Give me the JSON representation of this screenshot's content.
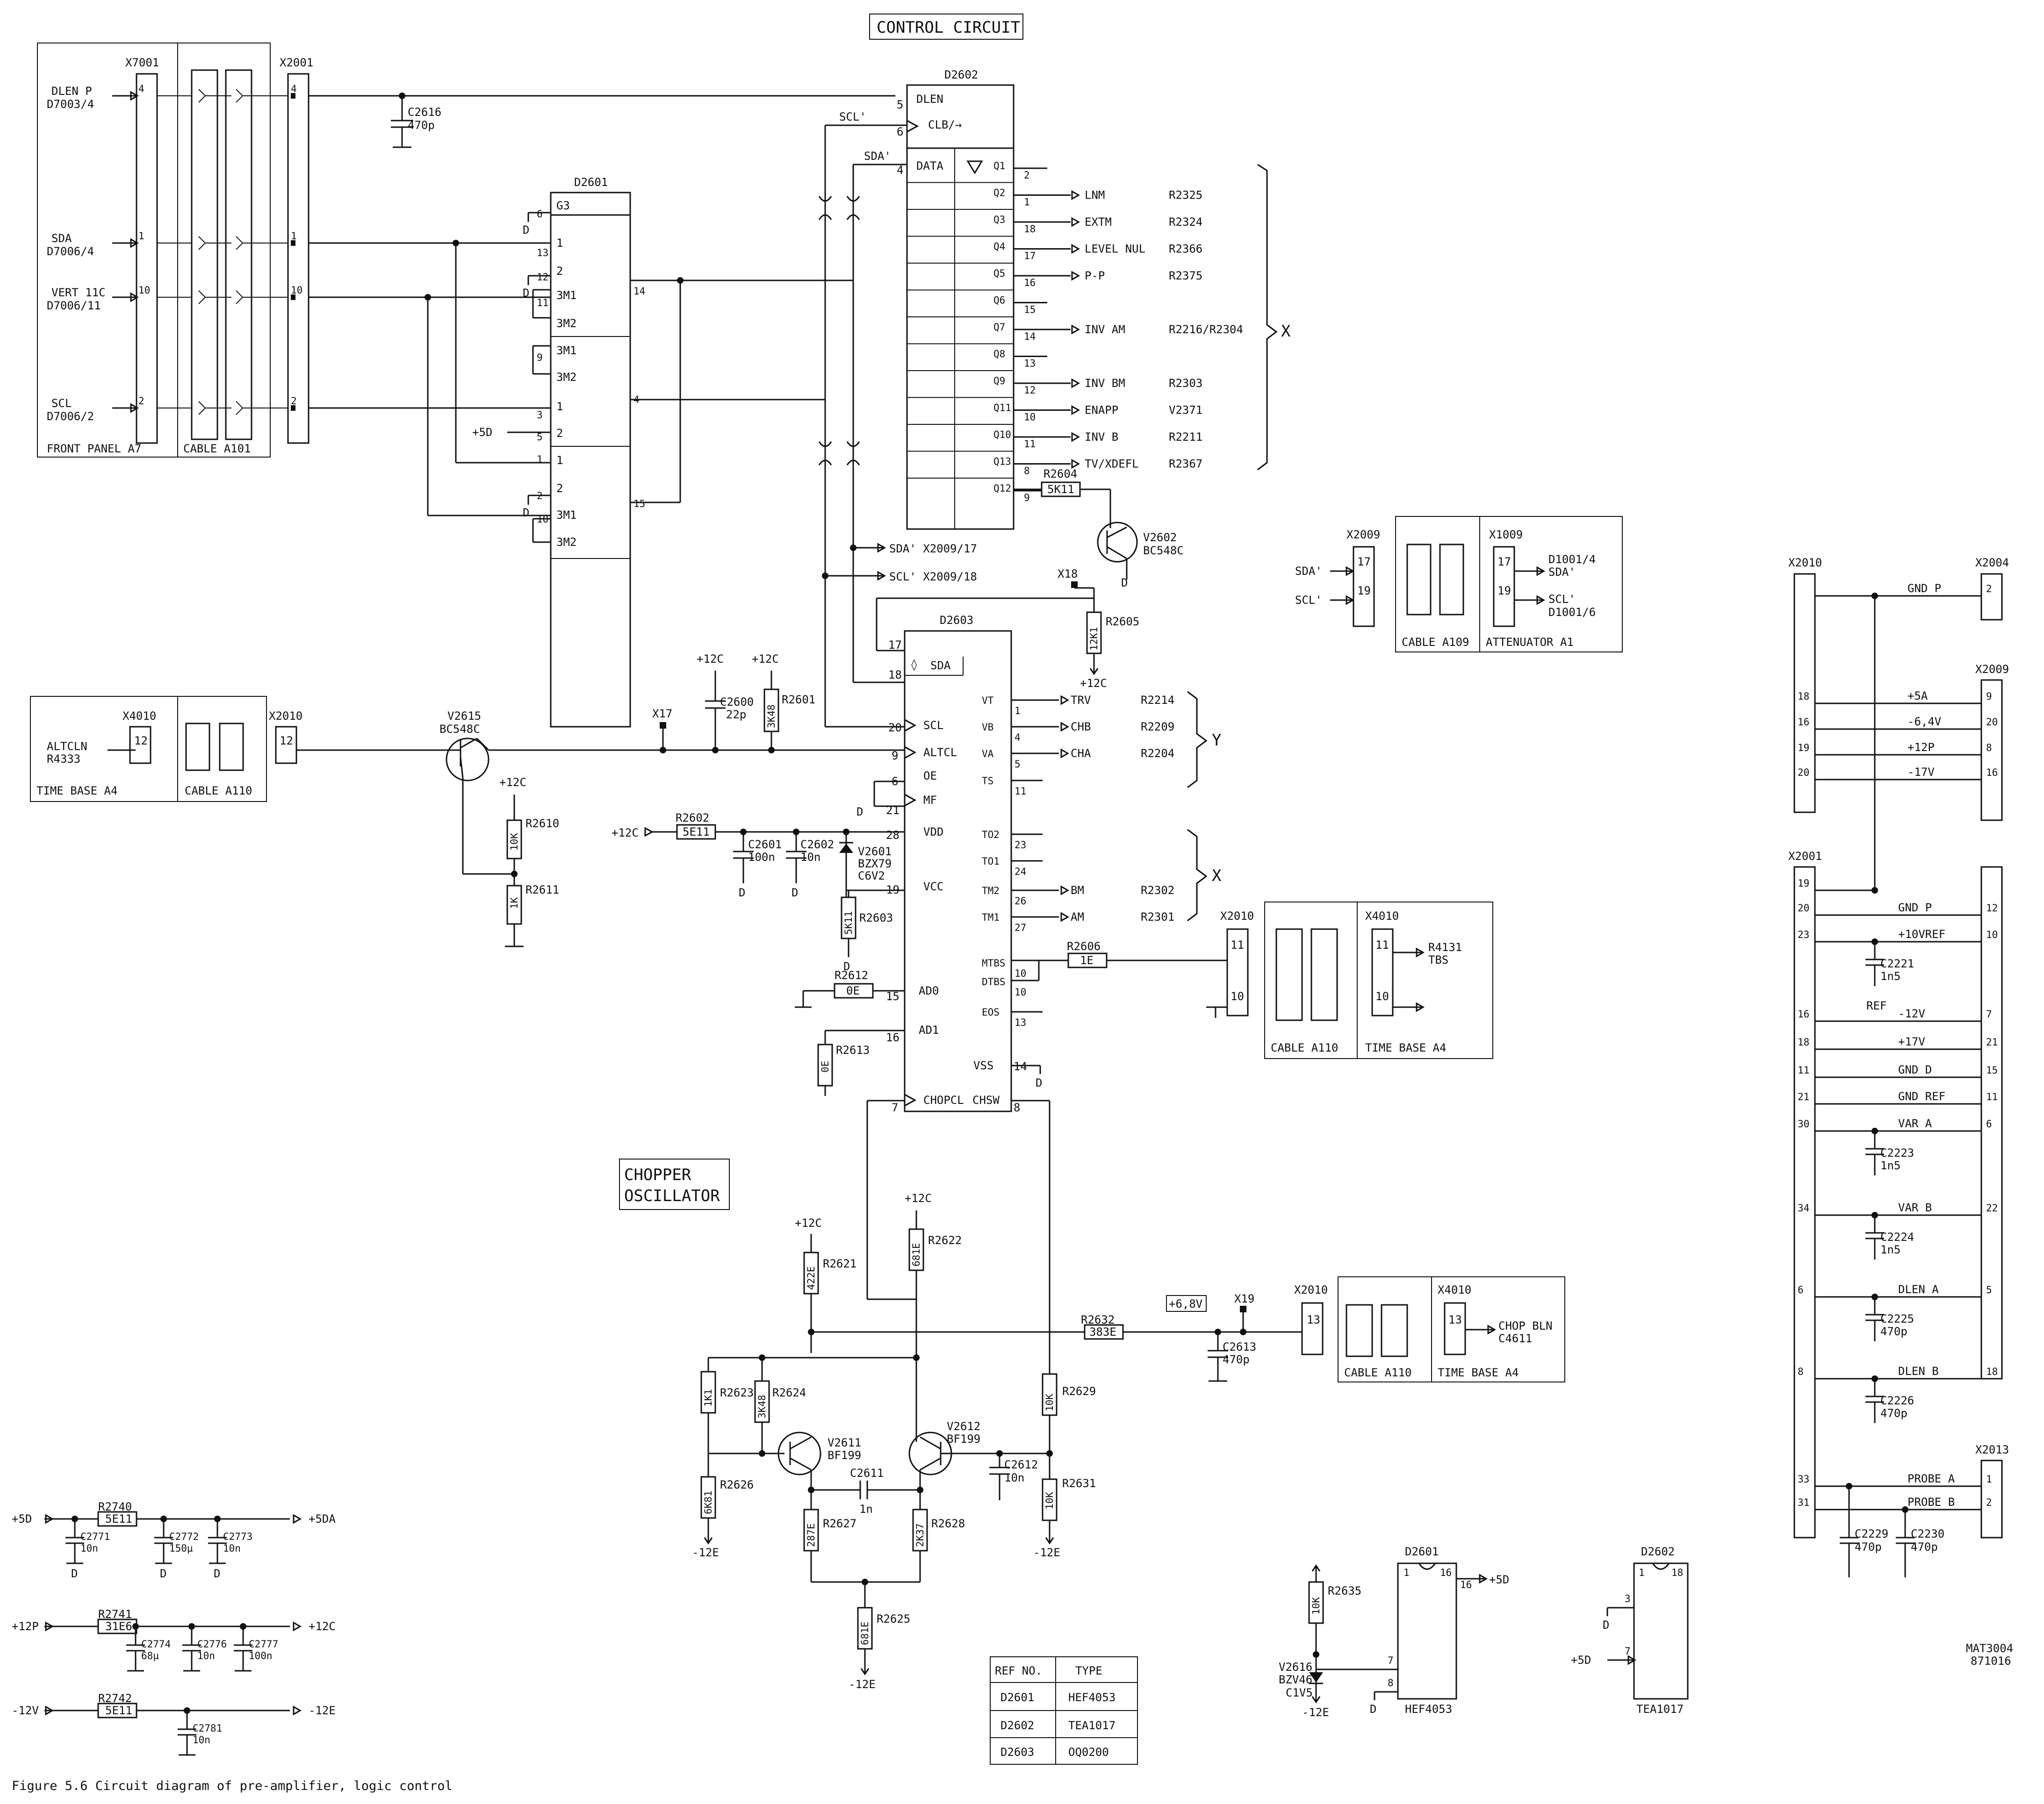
{
  "title": "CONTROL CIRCUIT",
  "chopper_title": [
    "CHOPPER",
    "OSCILLATOR"
  ],
  "caption": "Figure 5.6 Circuit diagram of pre-amplifier, logic control",
  "drawing_no": [
    "MAT3004",
    "871016"
  ],
  "connectors": {
    "X7001": "X7001",
    "X2001": "X2001",
    "X4010": "X4010",
    "X2010": "X2010",
    "X2009": "X2009",
    "X1009": "X1009",
    "X2004": "X2004",
    "X2013": "X2013"
  },
  "blocks": {
    "front_panel": "FRONT PANEL  A7",
    "cable_a101": "CABLE  A101",
    "time_base": "TIME BASE  A4",
    "cable_a110": "CABLE  A110",
    "cable_a109": "CABLE  A109",
    "attenuator": "ATTENUATOR  A1"
  },
  "front_signals": [
    {
      "name": "DLEN P",
      "ref": "D7003/4",
      "pin": "4"
    },
    {
      "name": "SDA",
      "ref": "D7006/4",
      "pin": "1"
    },
    {
      "name": "VERT 11C",
      "ref": "D7006/11",
      "pin": "10"
    },
    {
      "name": "SCL",
      "ref": "D7006/2",
      "pin": "2"
    }
  ],
  "components": {
    "c2616": [
      "C2616",
      "470p"
    ],
    "d2601": "D2601",
    "g3": "G3",
    "d2602": "D2602",
    "dlen": "DLEN",
    "clb": "CLB/→",
    "data": "DATA",
    "scl_p": "SCL'",
    "sda_p": "SDA'",
    "d2603": "D2603",
    "sda_pin": "SDA",
    "scl_pin": "SCL",
    "altcl": "ALTCL",
    "oe": "OE",
    "mf": "MF",
    "vdd": "VDD",
    "vcc": "VCC",
    "ad0": "AD0",
    "ad1": "AD1",
    "vss": "VSS",
    "chopcl": "CHOPCL",
    "chsw": "CHSW",
    "v2602": [
      "V2602",
      "BC548C"
    ],
    "v2615": [
      "V2615",
      "BC548C"
    ],
    "r2604": [
      "R2604",
      "5K11"
    ],
    "r2605": [
      "R2605",
      "12K1"
    ],
    "r2601": [
      "R2601",
      "3K48"
    ],
    "c2600": [
      "C2600",
      "22p"
    ],
    "r2602": [
      "R2602",
      "5E11"
    ],
    "c2601": [
      "C2601",
      "100n"
    ],
    "c2602": [
      "C2602",
      "10n"
    ],
    "v2601": [
      "V2601",
      "BZX79",
      "C6V2"
    ],
    "r2603": [
      "R2603",
      "5K11"
    ],
    "r2612": [
      "R2612",
      "0E"
    ],
    "r2613": [
      "R2613",
      "0E"
    ],
    "r2610": [
      "R2610",
      "10K"
    ],
    "r2611": [
      "R2611",
      "1K"
    ],
    "r2606": [
      "R2606",
      "1E"
    ],
    "r2632": [
      "R2632",
      "383E"
    ],
    "c2613": [
      "C2613",
      "470p"
    ],
    "v2611": [
      "V2611",
      "BF199"
    ],
    "v2612": [
      "V2612",
      "BF199"
    ],
    "r2621": [
      "R2621",
      "422E"
    ],
    "r2622": [
      "R2622",
      "681E"
    ],
    "r2623": [
      "R2623",
      "1K1"
    ],
    "r2624": [
      "R2624",
      "3K48"
    ],
    "r2626": [
      "R2626",
      "6K81"
    ],
    "r2627": [
      "R2627",
      "287E"
    ],
    "r2628": [
      "R2628",
      "2K37"
    ],
    "r2629": [
      "R2629",
      "10K"
    ],
    "r2631": [
      "R2631",
      "10K"
    ],
    "r2625": [
      "R2625",
      "681E"
    ],
    "c2611": [
      "C2611",
      "1n"
    ],
    "c2612": [
      "C2612",
      "10n"
    ],
    "v2616": [
      "V2616",
      "BZV46",
      "C1V5"
    ],
    "r2635": [
      "R2635",
      "10K"
    ],
    "hef4053": "HEF4053",
    "tea1017": "TEA1017"
  },
  "rails": {
    "p12c": "+12C",
    "p5d": "+5D",
    "m12e": "-12E",
    "p6v8": "+6,8V",
    "d": "D",
    "ref": "REF",
    "x17": "X17",
    "x18": "X18",
    "x19": "X19"
  },
  "d2602_outputs": [
    {
      "q": "Q1",
      "pin": "2",
      "sig": "",
      "ref": ""
    },
    {
      "q": "Q2",
      "pin": "1",
      "sig": "LNM",
      "ref": "R2325"
    },
    {
      "q": "Q3",
      "pin": "18",
      "sig": "EXTM",
      "ref": "R2324"
    },
    {
      "q": "Q4",
      "pin": "17",
      "sig": "LEVEL NUL",
      "ref": "R2366"
    },
    {
      "q": "Q5",
      "pin": "16",
      "sig": "P-P",
      "ref": "R2375"
    },
    {
      "q": "Q6",
      "pin": "15",
      "sig": "",
      "ref": ""
    },
    {
      "q": "Q7",
      "pin": "14",
      "sig": "INV AM",
      "ref": "R2216/R2304"
    },
    {
      "q": "Q8",
      "pin": "13",
      "sig": "",
      "ref": ""
    },
    {
      "q": "Q9",
      "pin": "12",
      "sig": "INV BM",
      "ref": "R2303"
    },
    {
      "q": "Q11",
      "pin": "10",
      "sig": "ENAPP",
      "ref": "V2371"
    },
    {
      "q": "Q10",
      "pin": "11",
      "sig": "INV B",
      "ref": "R2211"
    },
    {
      "q": "Q13",
      "pin": "8",
      "sig": "TV/XDEFL",
      "ref": "R2367"
    },
    {
      "q": "Q12",
      "pin": "9",
      "sig": "",
      "ref": ""
    }
  ],
  "d2603_outputs": [
    {
      "name": "VT",
      "pin": "1",
      "sig": "TRV",
      "ref": "R2214"
    },
    {
      "name": "VB",
      "pin": "4",
      "sig": "CHB",
      "ref": "R2209"
    },
    {
      "name": "VA",
      "pin": "5",
      "sig": "CHA",
      "ref": "R2204"
    },
    {
      "name": "TS",
      "pin": "11",
      "sig": "",
      "ref": ""
    },
    {
      "name": "TO2",
      "pin": "23",
      "sig": "",
      "ref": ""
    },
    {
      "name": "TO1",
      "pin": "24",
      "sig": "",
      "ref": ""
    },
    {
      "name": "TM2",
      "pin": "26",
      "sig": "BM",
      "ref": "R2302"
    },
    {
      "name": "TM1",
      "pin": "27",
      "sig": "AM",
      "ref": "R2301"
    },
    {
      "name": "MTBS",
      "pin": "10",
      "sig": "",
      "ref": ""
    },
    {
      "name": "DTBS",
      "pin": "10",
      "sig": "",
      "ref": ""
    },
    {
      "name": "EOS",
      "pin": "13",
      "sig": "",
      "ref": ""
    }
  ],
  "group_labels": {
    "x": "X",
    "y": "Y"
  },
  "sda_x2009": "SDA'  X2009/17",
  "scl_x2009": "SCL'  X2009/18",
  "tbs": [
    "R4131",
    "TBS"
  ],
  "chop_bln": [
    "CHOP BLN",
    "C4611"
  ],
  "altcln": [
    "ALTCLN",
    "R4333"
  ],
  "attenuator_sig": [
    [
      "D1001/4",
      "SDA'"
    ],
    [
      "SCL'",
      "D1001/6"
    ]
  ],
  "right_bus": [
    {
      "pin_left": "",
      "pin_right": "2",
      "name": "GND P"
    },
    {
      "pin_left": "18",
      "pin_right": "9",
      "name": "+5A"
    },
    {
      "pin_left": "16",
      "pin_right": "20",
      "name": "-6,4V"
    },
    {
      "pin_left": "19",
      "pin_right": "8",
      "name": "+12P"
    },
    {
      "pin_left": "20",
      "pin_right": "16",
      "name": "-17V"
    }
  ],
  "x2001_bus": [
    {
      "pin_left": "19",
      "pin_right": "",
      "name": ""
    },
    {
      "pin_left": "20",
      "pin_right": "12",
      "name": "GND P"
    },
    {
      "pin_left": "23",
      "pin_right": "10",
      "name": "+10VREF"
    },
    {
      "pin_left": "16",
      "pin_right": "7",
      "name": "-12V"
    },
    {
      "pin_left": "18",
      "pin_right": "21",
      "name": "+17V"
    },
    {
      "pin_left": "11",
      "pin_right": "15",
      "name": "GND D"
    },
    {
      "pin_left": "21",
      "pin_right": "11",
      "name": "GND REF"
    },
    {
      "pin_left": "30",
      "pin_right": "6",
      "name": "VAR A"
    },
    {
      "pin_left": "34",
      "pin_right": "22",
      "name": "VAR B"
    },
    {
      "pin_left": "6",
      "pin_right": "5",
      "name": "DLEN A"
    },
    {
      "pin_left": "8",
      "pin_right": "18",
      "name": "DLEN B"
    }
  ],
  "bus_caps": [
    [
      "C2221",
      "1n5"
    ],
    [
      "C2223",
      "1n5"
    ],
    [
      "C2224",
      "1n5"
    ],
    [
      "C2225",
      "470p"
    ],
    [
      "C2226",
      "470p"
    ]
  ],
  "probe_bus": [
    {
      "pin_left": "33",
      "pin_right": "1",
      "name": "PROBE A"
    },
    {
      "pin_left": "31",
      "pin_right": "2",
      "name": "PROBE B"
    }
  ],
  "probe_caps": [
    [
      "C2229",
      "470p"
    ],
    [
      "C2230",
      "470p"
    ]
  ],
  "supply_filters": [
    {
      "in": "+5D",
      "out": "+5DA",
      "r": [
        "R2740",
        "5E11"
      ],
      "caps": [
        [
          "C2771",
          "10n"
        ],
        [
          "C2772",
          "150µ"
        ],
        [
          "C2773",
          "10n"
        ]
      ]
    },
    {
      "in": "+12P",
      "out": "+12C",
      "r": [
        "R2741",
        "31E6"
      ],
      "caps": [
        [
          "C2774",
          "68µ"
        ],
        [
          "C2776",
          "10n"
        ],
        [
          "C2777",
          "100n"
        ]
      ]
    },
    {
      "in": "-12V",
      "out": "-12E",
      "r": [
        "R2742",
        "5E11"
      ],
      "caps": [
        [
          "C2781",
          "10n"
        ]
      ]
    }
  ],
  "ref_table": {
    "headers": [
      "REF NO.",
      "TYPE"
    ],
    "rows": [
      [
        "D2601",
        "HEF4053"
      ],
      [
        "D2602",
        "TEA1017"
      ],
      [
        "D2603",
        "OQ0200"
      ]
    ]
  },
  "pin_details": {
    "hef_pins": [
      "1",
      "16",
      "16",
      "7",
      "8"
    ],
    "tea_pins": [
      "1",
      "18",
      "3",
      "7"
    ]
  },
  "d2601_pins": {
    "left": [
      "6",
      "13",
      "12",
      "11",
      "9",
      "3",
      "5",
      "1",
      "2",
      "10"
    ],
    "right": [
      "14",
      "4",
      "15"
    ],
    "labels": [
      "1",
      "2",
      "3M1",
      "3M2",
      "3M1",
      "3M2",
      "1",
      "2",
      "1",
      "2",
      "3M1",
      "3M2"
    ]
  }
}
